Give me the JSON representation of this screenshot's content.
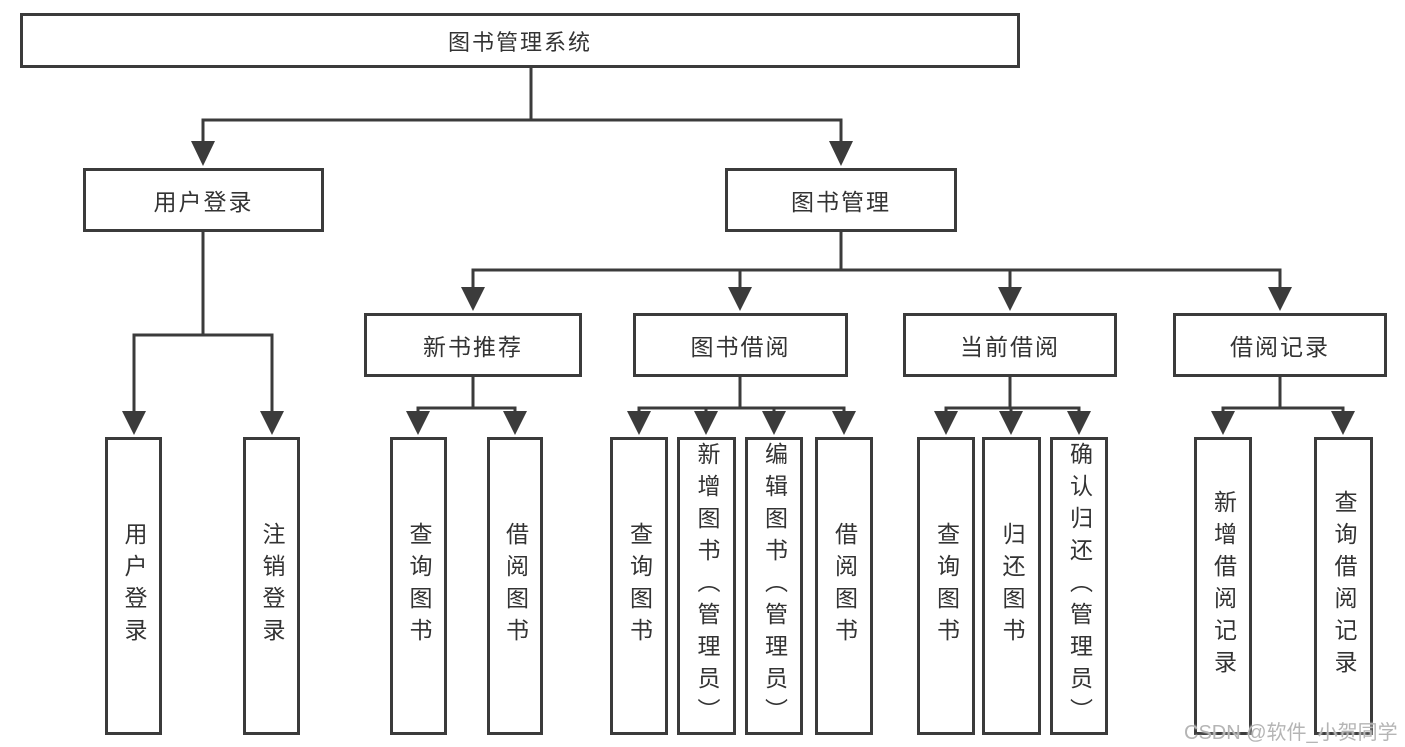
{
  "diagram": {
    "type": "hierarchy",
    "root": {
      "label": "图书管理系统"
    },
    "level1": {
      "user": {
        "label": "用户登录",
        "children": [
          "用户登录",
          "注销登录"
        ]
      },
      "book": {
        "label": "图书管理"
      }
    },
    "book_modules": [
      {
        "label": "新书推荐",
        "children": [
          "查询图书",
          "借阅图书"
        ]
      },
      {
        "label": "图书借阅",
        "children": [
          "查询图书",
          "新增图书（管理员）",
          "编辑图书（管理员）",
          "借阅图书"
        ]
      },
      {
        "label": "当前借阅",
        "children": [
          "查询图书",
          "归还图书",
          "确认归还（管理员）"
        ]
      },
      {
        "label": "借阅记录",
        "children": [
          "新增借阅记录",
          "查询借阅记录"
        ]
      }
    ]
  },
  "watermark": {
    "text": "CSDN @软件_小贺同学"
  },
  "colors": {
    "line": "#3b3b3b",
    "text": "#333333",
    "background": "#ffffff",
    "box_fill": "#ffffff",
    "watermark": "#b5b5b5"
  }
}
